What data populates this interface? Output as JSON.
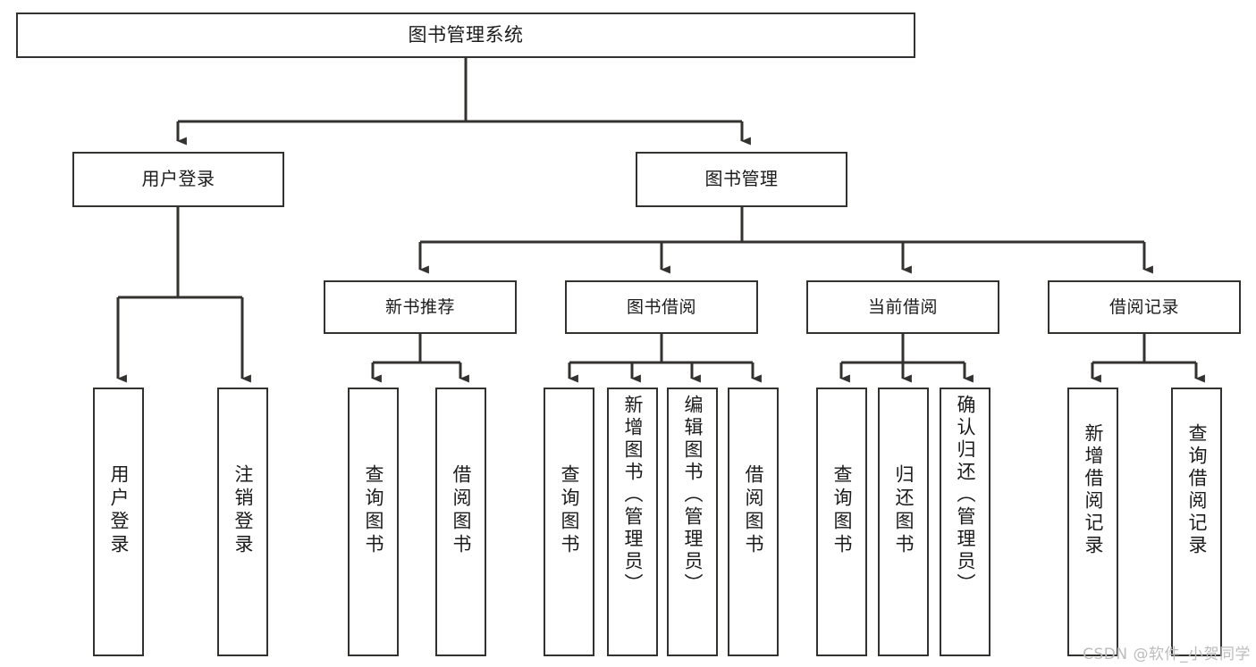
{
  "diagram": {
    "title": "图书管理系统",
    "type": "tree-hierarchy-diagram",
    "stroke_color": "#33322f",
    "text_color": "#1b1b1b",
    "background_color": "#ffffff"
  },
  "root": {
    "label": "图书管理系统"
  },
  "level2": [
    {
      "label": "用户登录"
    },
    {
      "label": "图书管理"
    }
  ],
  "level3": [
    {
      "label": "新书推荐"
    },
    {
      "label": "图书借阅"
    },
    {
      "label": "当前借阅"
    },
    {
      "label": "借阅记录"
    }
  ],
  "leaves": {
    "user_login": [
      {
        "label": "用户登录"
      },
      {
        "label": "注销登录"
      }
    ],
    "new_book_recommend": [
      {
        "label": "查询图书"
      },
      {
        "label": "借阅图书"
      }
    ],
    "book_borrow": [
      {
        "label": "查询图书"
      },
      {
        "label": "新增图书（管理员）"
      },
      {
        "label": "编辑图书（管理员）"
      },
      {
        "label": "借阅图书"
      }
    ],
    "current_borrow": [
      {
        "label": "查询图书"
      },
      {
        "label": "归还图书"
      },
      {
        "label": "确认归还（管理员）"
      }
    ],
    "borrow_record": [
      {
        "label": "新增借阅记录"
      },
      {
        "label": "查询借阅记录"
      }
    ]
  },
  "watermark": {
    "text": "CSDN @软件_小贺同学"
  }
}
